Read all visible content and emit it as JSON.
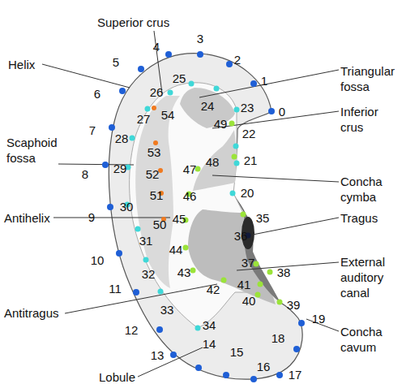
{
  "diagram": {
    "labels": [
      "Superior crus",
      "Helix",
      "Triangular fossa",
      "Inferior crus",
      "Scaphoid fossa",
      "Concha cymba",
      "Antihelix",
      "Tragus",
      "External auditory canal",
      "Antitragus",
      "Concha cavum",
      "Lobule",
      "0",
      "1",
      "2",
      "3",
      "4",
      "5",
      "6",
      "7",
      "8",
      "9",
      "10",
      "11",
      "12",
      "13",
      "14",
      "15",
      "16",
      "17",
      "18",
      "19",
      "20",
      "21",
      "22",
      "23",
      "24",
      "25",
      "26",
      "27",
      "28",
      "29",
      "30",
      "31",
      "32",
      "33",
      "34",
      "35",
      "36",
      "37",
      "38",
      "39",
      "40",
      "41",
      "42",
      "43",
      "44",
      "45",
      "46",
      "47",
      "48",
      "49",
      "50",
      "51",
      "52",
      "53",
      "54"
    ]
  }
}
